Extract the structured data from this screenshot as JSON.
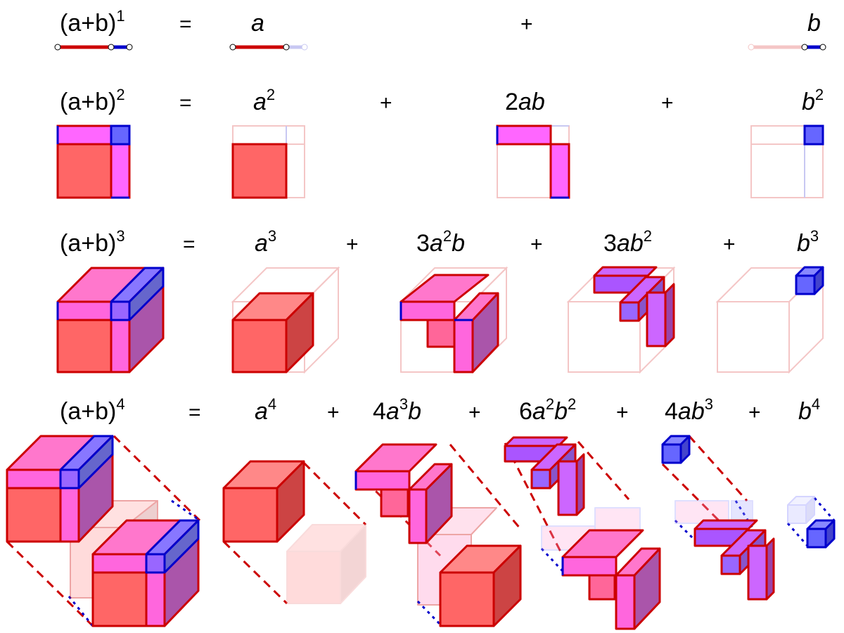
{
  "colors": {
    "a_edge": "#cc0000",
    "a_fill": "#ff6666",
    "b_edge": "#0000cc",
    "b_fill": "#6666ff",
    "ab_fill": "#ff66dd",
    "ab2_fill": "#cc66ff",
    "faded_a": "#f4c6c6",
    "faded_b": "#c8c8f2"
  },
  "rows": [
    {
      "lhs": {
        "base": "(a+b)",
        "exp": "1"
      },
      "equals": "=",
      "terms": [
        {
          "coef": "",
          "a": "a",
          "a_exp": "",
          "b": "",
          "b_exp": ""
        },
        {
          "coef": "",
          "a": "",
          "a_exp": "",
          "b": "b",
          "b_exp": ""
        }
      ],
      "plus": "+"
    },
    {
      "lhs": {
        "base": "(a+b)",
        "exp": "2"
      },
      "equals": "=",
      "terms": [
        {
          "coef": "",
          "a": "a",
          "a_exp": "2",
          "b": "",
          "b_exp": ""
        },
        {
          "coef": "2",
          "a": "a",
          "a_exp": "",
          "b": "b",
          "b_exp": ""
        },
        {
          "coef": "",
          "a": "",
          "a_exp": "",
          "b": "b",
          "b_exp": "2"
        }
      ],
      "plus": "+"
    },
    {
      "lhs": {
        "base": "(a+b)",
        "exp": "3"
      },
      "equals": "=",
      "terms": [
        {
          "coef": "",
          "a": "a",
          "a_exp": "3",
          "b": "",
          "b_exp": ""
        },
        {
          "coef": "3",
          "a": "a",
          "a_exp": "2",
          "b": "b",
          "b_exp": ""
        },
        {
          "coef": "3",
          "a": "a",
          "a_exp": "",
          "b": "b",
          "b_exp": "2"
        },
        {
          "coef": "",
          "a": "",
          "a_exp": "",
          "b": "b",
          "b_exp": "3"
        }
      ],
      "plus": "+"
    },
    {
      "lhs": {
        "base": "(a+b)",
        "exp": "4"
      },
      "equals": "=",
      "terms": [
        {
          "coef": "",
          "a": "a",
          "a_exp": "4",
          "b": "",
          "b_exp": ""
        },
        {
          "coef": "4",
          "a": "a",
          "a_exp": "3",
          "b": "b",
          "b_exp": ""
        },
        {
          "coef": "6",
          "a": "a",
          "a_exp": "2",
          "b": "b",
          "b_exp": "2"
        },
        {
          "coef": "4",
          "a": "a",
          "a_exp": "",
          "b": "b",
          "b_exp": "3"
        },
        {
          "coef": "",
          "a": "",
          "a_exp": "",
          "b": "b",
          "b_exp": "4"
        }
      ],
      "plus": "+"
    }
  ]
}
